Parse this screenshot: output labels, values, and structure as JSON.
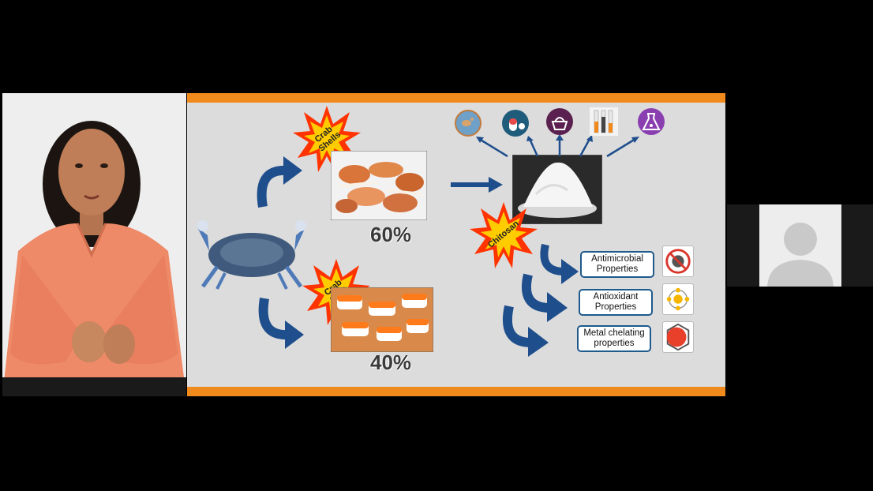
{
  "slide": {
    "crab_shells_label": "Crab\nShells",
    "crab_meat_label": "Crab\nMeat",
    "chitosan_label": "Chitosan",
    "shells_percent": "60%",
    "meat_percent": "40%",
    "properties": [
      {
        "label": "Antimicrobial\nProperties",
        "icon": "virus-crossed-icon"
      },
      {
        "label": "Antioxidant\nProperties",
        "icon": "molecule-icon"
      },
      {
        "label": "Metal chelating\nproperties",
        "icon": "red-sphere-icon"
      }
    ],
    "application_icons": [
      "bacteria-icon",
      "capsule-icon",
      "food-basket-icon",
      "test-tubes-icon",
      "lab-flask-icon"
    ]
  },
  "colors": {
    "bar": "#f18a1c",
    "arrow": "#1f4e8c",
    "star": "#ff3300",
    "star_inner": "#ffcc00",
    "property_border": "#1f5a8c"
  }
}
